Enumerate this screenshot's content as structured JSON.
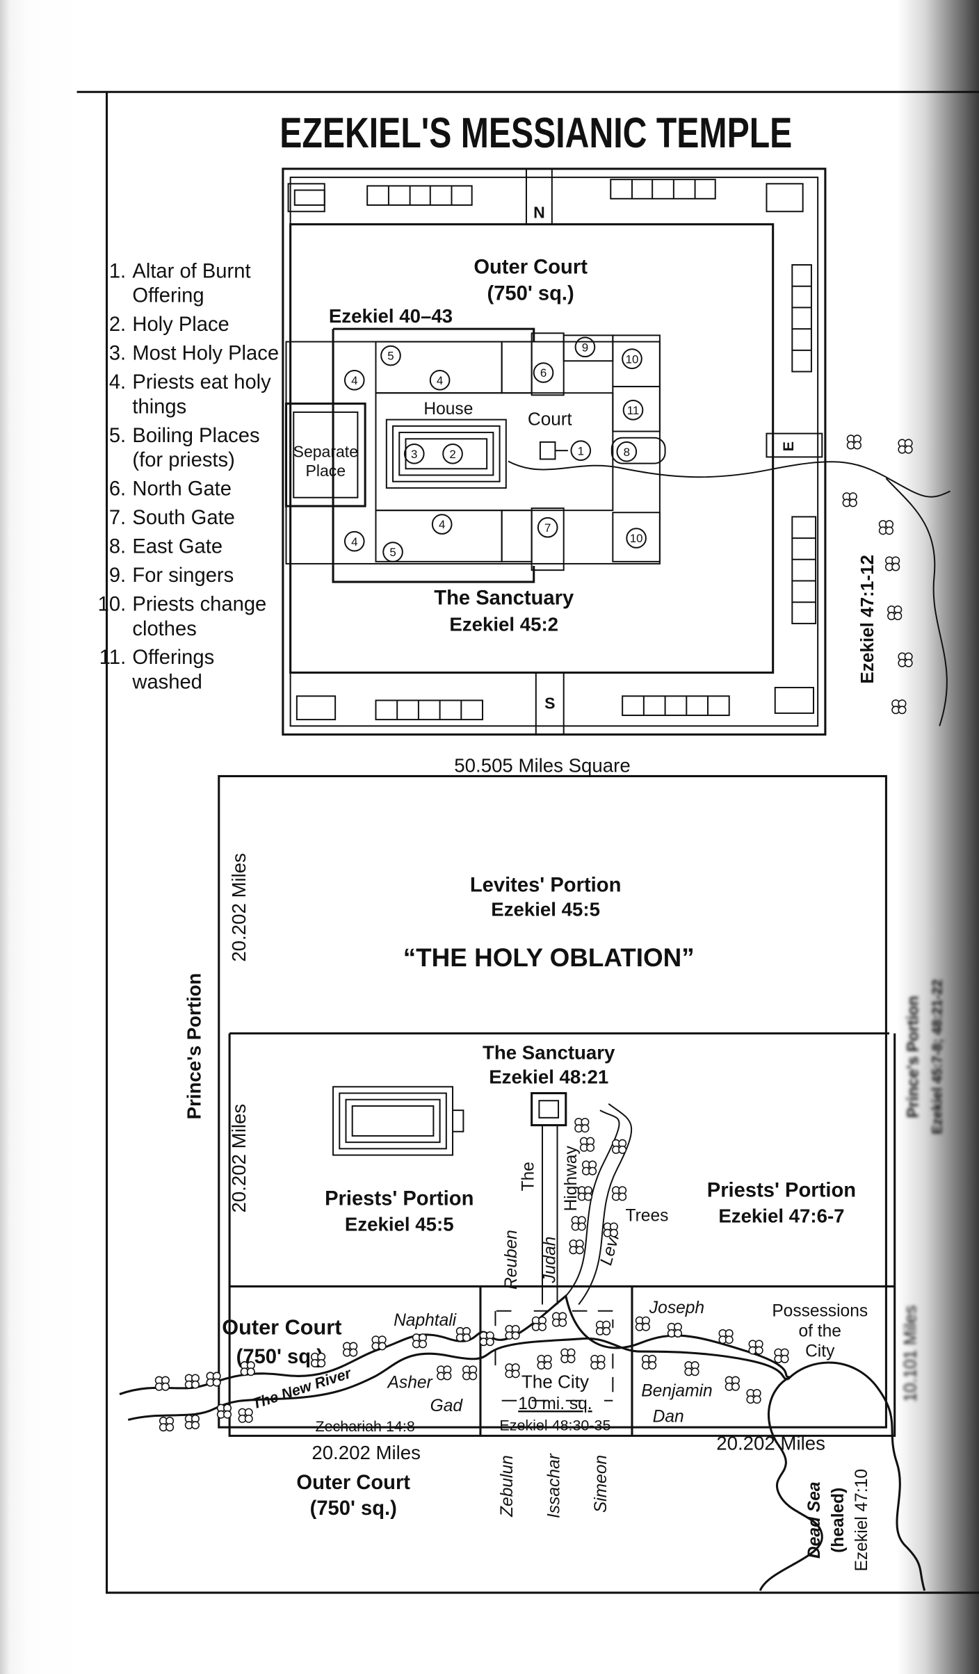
{
  "title": "Ezekiel's Messianic Temple",
  "legend": [
    {
      "num": "1.",
      "lines": [
        "Altar of Burnt",
        "Offering"
      ]
    },
    {
      "num": "2.",
      "lines": [
        "Holy Place"
      ]
    },
    {
      "num": "3.",
      "lines": [
        "Most Holy Place"
      ]
    },
    {
      "num": "4.",
      "lines": [
        "Priests eat holy",
        "things"
      ]
    },
    {
      "num": "5.",
      "lines": [
        "Boiling Places",
        "(for priests)"
      ]
    },
    {
      "num": "6.",
      "lines": [
        "North Gate"
      ]
    },
    {
      "num": "7.",
      "lines": [
        "South Gate"
      ]
    },
    {
      "num": "8.",
      "lines": [
        "East Gate"
      ]
    },
    {
      "num": "9.",
      "lines": [
        "For singers"
      ]
    },
    {
      "num": "10.",
      "lines": [
        "Priests change",
        "clothes"
      ]
    },
    {
      "num": "11.",
      "lines": [
        "Offerings",
        "washed"
      ]
    }
  ],
  "temple": {
    "outer_court": "Outer Court",
    "outer_court_size": "(750' sq.)",
    "ref_40_43": "Ezekiel 40–43",
    "house": "House",
    "court": "Court",
    "separate_place": [
      "Separate",
      "Place"
    ],
    "sanctuary": "The Sanctuary",
    "sanctuary_ref": "Ezekiel 45:2",
    "gate_n": "N",
    "gate_s": "S",
    "gate_e": "E",
    "river_ref": "Ezekiel 47:1-12",
    "markers": [
      "1",
      "2",
      "3",
      "4",
      "4",
      "4",
      "4",
      "5",
      "5",
      "6",
      "7",
      "8",
      "9",
      "10",
      "10",
      "11"
    ]
  },
  "oblation": {
    "width_label": "50.505 Miles Square",
    "levites": "Levites' Portion",
    "levites_ref": "Ezekiel 45:5",
    "holy_oblation": "“The Holy Oblation”",
    "left_miles_top": "20.202 Miles",
    "left_miles_mid": "20.202 Miles",
    "princes_portion_left": "Prince's Portion",
    "princes_portion_right": "Prince's Portion",
    "princes_portion_right_ref": "Ezekiel 45:7-8; 48:21-22",
    "sanctuary": "The Sanctuary",
    "sanctuary_ref": "Ezekiel 48:21",
    "priests_left": "Priests' Portion",
    "priests_left_ref": "Ezekiel 45:5",
    "priests_right": "Priests' Portion",
    "priests_right_ref": "Ezekiel 47:6-7",
    "highway": [
      "The",
      "Highway"
    ],
    "trees": "Trees",
    "tribes": {
      "reuben": "Reuben",
      "judah": "Judah",
      "levi": "Levi",
      "naphtali": "Naphtali",
      "asher": "Asher",
      "gad": "Gad",
      "joseph": "Joseph",
      "benjamin": "Benjamin",
      "dan": "Dan",
      "zebulun": "Zebulun",
      "issachar": "Issachar",
      "simeon": "Simeon"
    },
    "outer_court": "Outer Court",
    "outer_court_size": "(750' sq.)",
    "new_river": "The New River",
    "zechariah": "Zechariah 14:8",
    "city": "The City",
    "city_size": "10 mi. sq.",
    "city_ref": "Ezekiel 48:30-35",
    "possessions": [
      "Possessions",
      "of the",
      "City"
    ],
    "bottom_miles_left": "20.202 Miles",
    "bottom_miles_right": "20.202 Miles",
    "right_miles": "10.101 Miles",
    "dead_sea": "Dead Sea",
    "dead_sea_healed": "(healed)",
    "dead_sea_ref": "Ezekiel 47:10"
  }
}
